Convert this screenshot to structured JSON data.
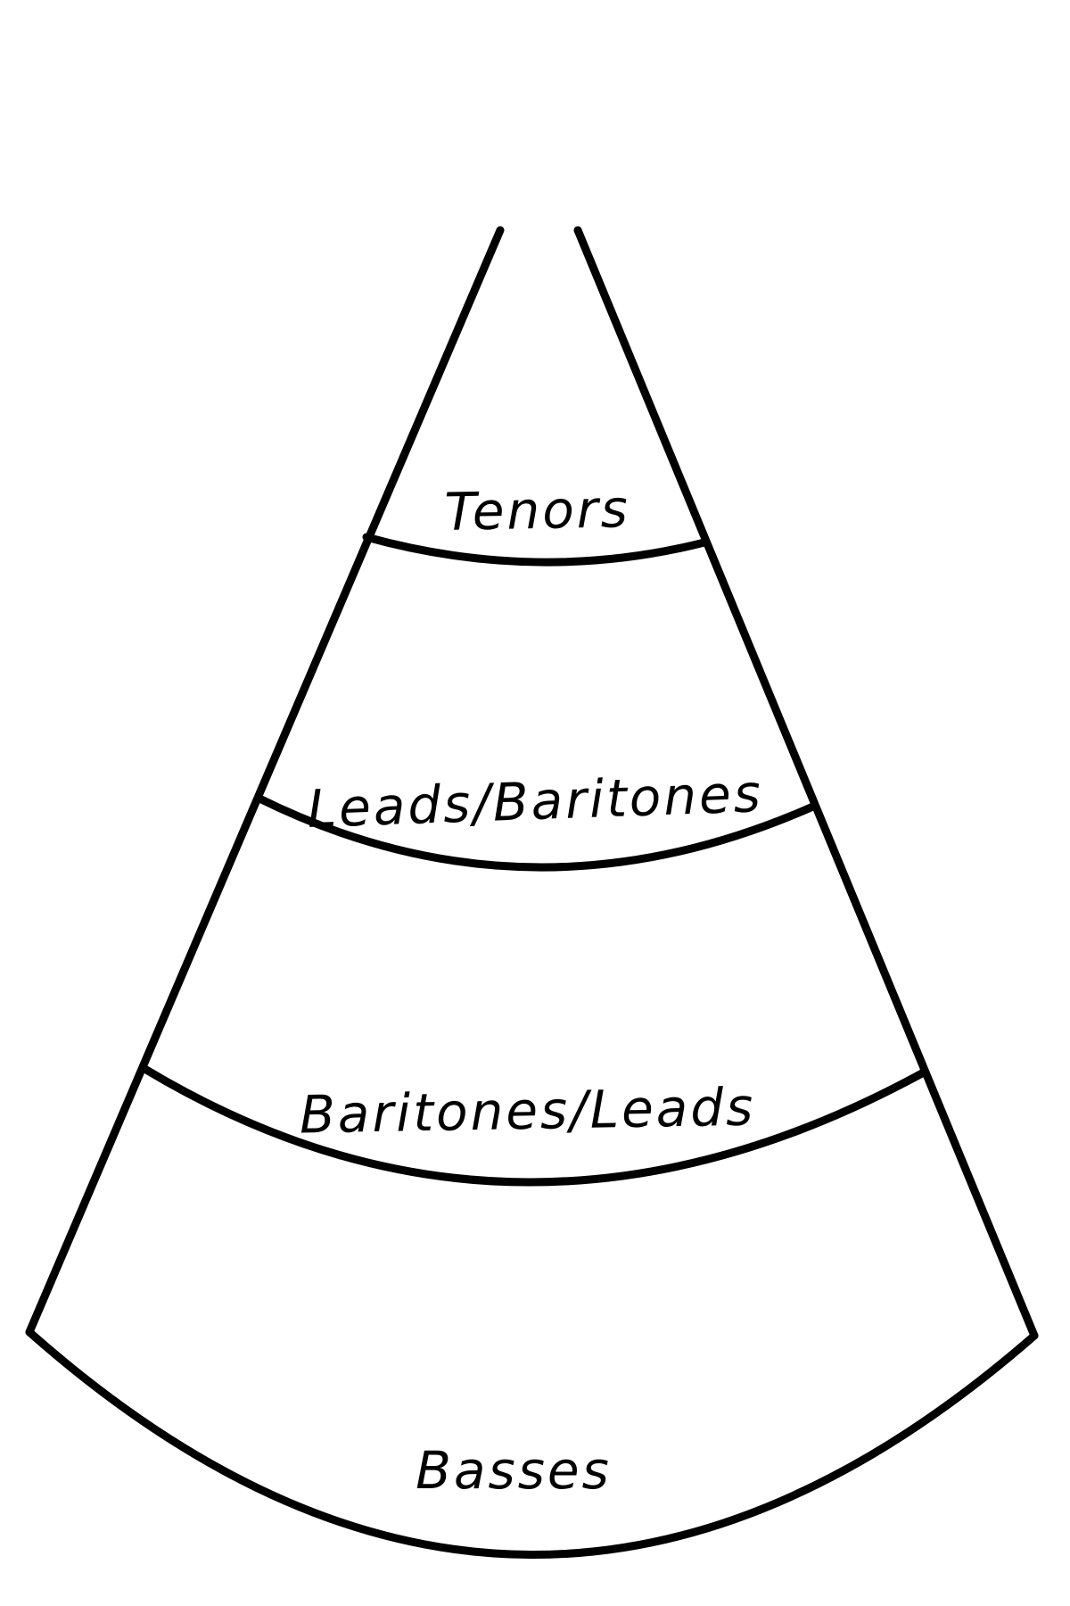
{
  "diagram": {
    "sections": [
      {
        "id": "tenors",
        "label": "Tenors"
      },
      {
        "id": "leads-baritones",
        "label": "Leads/Baritones"
      },
      {
        "id": "baritones-leads",
        "label": "Baritones/Leads"
      },
      {
        "id": "basses",
        "label": "Basses"
      }
    ],
    "colors": {
      "stroke": "#000000",
      "background": "#ffffff"
    }
  }
}
